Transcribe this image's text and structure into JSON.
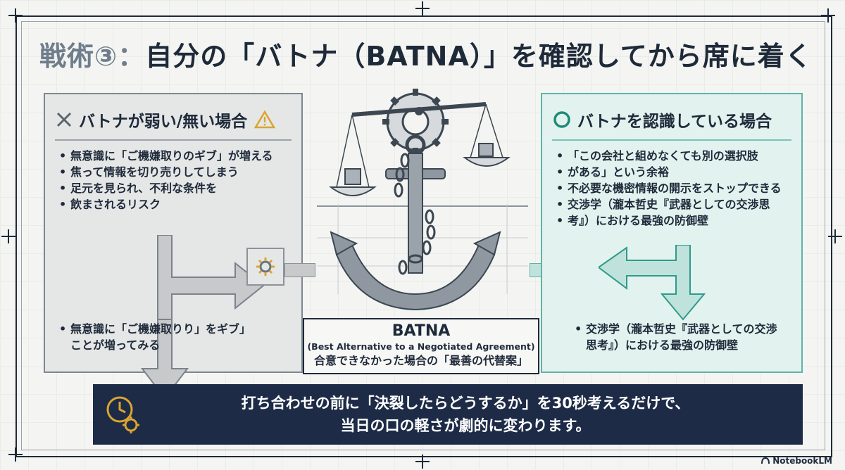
{
  "title": {
    "tag": "戦術③：",
    "main": "自分の「バトナ（BATNA）」を確認してから席に着く"
  },
  "left_panel": {
    "heading": "バトナが弱い/無い場合",
    "bullets": [
      "無意識に「ご機嫌取りのギブ」が増える",
      "焦って情報を切り売りしてしまう",
      "足元を見られ、不利な条件を",
      "飲まされるリスク"
    ],
    "note_line1": "無意識に「ご機嫌取りり」をギブ」",
    "note_line2": "ことが増ってみる"
  },
  "right_panel": {
    "heading": "バトナを認識している場合",
    "bullets": [
      "「この会社と組めなくても別の選択肢",
      "がある」という余裕",
      "不必要な機密情報の開示をストップできる",
      "交渉学（瀧本哲史『武器としての交渉思",
      "考』）における最強の防御壁"
    ],
    "note_line1": "交渉学（瀧本哲史『武器としての交渉",
    "note_line2": "思考』）における最強の防御壁"
  },
  "batna": {
    "title": "BATNA",
    "subtitle": "(Best Alternative to a Negotiated Agreement)",
    "definition": "合意できなかった場合の「最善の代替案」"
  },
  "bottom": {
    "line1": "打ち合わせの前に「決裂したらどうするか」を30秒考えるだけで、",
    "line2": "当日の口の軽さが劇的に変わります。"
  },
  "footer": {
    "brand": "NotebookLM"
  },
  "colors": {
    "navy": "#1d2b47",
    "teal": "#5fb3a6",
    "gray_panel": "#e5e6e6",
    "warning": "#d9a530"
  }
}
